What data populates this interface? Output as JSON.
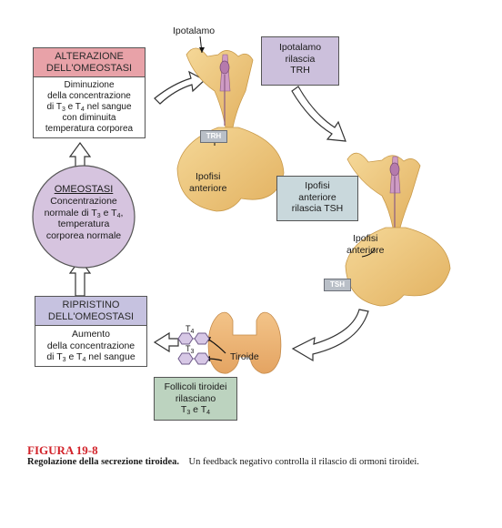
{
  "labels": {
    "ipotalamo": "Ipotalamo",
    "ipofisi_anteriore_1": "Ipofisi\nanteriore",
    "ipofisi_anteriore_2": "Ipofisi\nanteriore",
    "tiroide": "Tiroide",
    "trh_tag": "TRH",
    "tsh_tag": "TSH",
    "t4": "T4",
    "t3": "T3"
  },
  "boxes": {
    "alterazione_header": "ALTERAZIONE\nDELL'OMEOSTASI",
    "alterazione_body": "Diminuzione\ndella concentrazione\ndi T3 e T4 nel sangue\ncon diminuita\ntemperatura corporea",
    "ipotalamo_trh": "Ipotalamo\nrilascia\nTRH",
    "ipofisi_tsh": "Ipofisi\nanteriore\nrilascia TSH",
    "omeostasi_title": "OMEOSTASI",
    "omeostasi_body": "Concentrazione\nnormale di T3 e T4,\ntemperatura\ncorporea normale",
    "ripristino_header": "RIPRISTINO\nDELL'OMEOSTASI",
    "ripristino_body": "Aumento\ndella concentrazione\ndi T3 e T4 nel sangue",
    "follicoli": "Follicoli tiroidei\nrilasciano\nT3 e T4"
  },
  "caption": {
    "figure": "FIGURA  19-8",
    "title": "Regolazione della secrezione tiroidea.",
    "text": "Un feedback negativo controlla il rilascio di ormoni tiroidei."
  },
  "colors": {
    "pink": "#e8a2a8",
    "lavender": "#c6c2e0",
    "lilac_circle": "#d6c4df",
    "purple_box": "#ccc0dc",
    "blue_grey_box": "#c9d8dc",
    "green_box": "#bcd3bf",
    "gland": "#edc47e",
    "figure_red": "#d2232a"
  }
}
